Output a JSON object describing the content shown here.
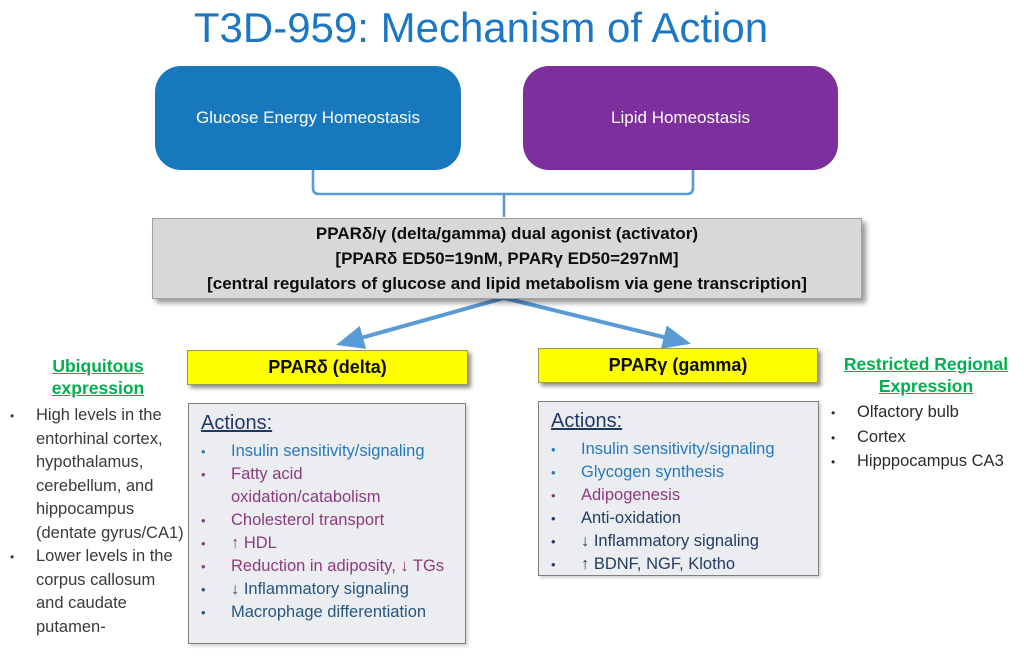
{
  "title": "T3D-959: Mechanism of Action",
  "colors": {
    "title_blue": "#1C77C4",
    "glucose_box_blue": "#1878BE",
    "lipid_box_purple": "#7C2F9D",
    "connector_blue": "#5B9BD5",
    "agonist_box_gray": "#D8D8D8",
    "pathway_header_yellow": "#FFFF00",
    "actions_box_bg": "#ECEDF1",
    "actions_title_navy": "#1F3864",
    "heading_green": "#00B050",
    "action_blue": "#2779BE",
    "action_purple": "#8E3A80",
    "action_navy_left": "#27567F",
    "action_navy_right": "#223C65"
  },
  "top_boxes": {
    "glucose": "Glucose Energy Homeostasis",
    "lipid": "Lipid Homeostasis"
  },
  "agonist_box": {
    "lines": [
      "PPARδ/γ (delta/gamma) dual agonist (activator)",
      "[PPARδ ED50=19nM, PPARγ ED50=297nM]",
      "[central regulators of glucose and lipid metabolism via gene transcription]"
    ]
  },
  "pathways": [
    {
      "header": "PPARδ (delta)",
      "actions_title": "Actions:",
      "actions": [
        {
          "text": "Insulin sensitivity/signaling",
          "color": "#2779BE"
        },
        {
          "text": "Fatty acid oxidation/catabolism",
          "color": "#8E3A80"
        },
        {
          "text": "Cholesterol transport",
          "color": "#8E3A80"
        },
        {
          "text": "↑ HDL",
          "color": "#8E3A80"
        },
        {
          "text": "Reduction in adiposity, ↓ TGs",
          "color": "#8E3A80"
        },
        {
          "text": "↓ Inflammatory signaling",
          "color": "#27567F"
        },
        {
          "text": "Macrophage differentiation",
          "color": "#27567F"
        }
      ]
    },
    {
      "header": "PPARγ (gamma)",
      "actions_title": "Actions:",
      "actions": [
        {
          "text": "Insulin sensitivity/signaling",
          "color": "#2779BE"
        },
        {
          "text": "Glycogen synthesis",
          "color": "#2779BE"
        },
        {
          "text": "Adipogenesis",
          "color": "#8E3A80"
        },
        {
          "text": "Anti-oxidation",
          "color": "#223C65"
        },
        {
          "text": "↓ Inflammatory signaling",
          "color": "#223C65"
        },
        {
          "text": "↑ BDNF, NGF, Klotho",
          "color": "#223C65"
        }
      ]
    }
  ],
  "left_panel": {
    "heading_lines": [
      "Ubiquitous",
      "expression"
    ],
    "bullets": [
      "High levels in the entorhinal cortex, hypothalamus, cerebellum, and hippocampus (dentate gyrus/CA1)",
      "Lower levels in the corpus callosum and caudate putamen-"
    ]
  },
  "right_panel": {
    "heading_lines": [
      "Restricted Regional",
      "Expression"
    ],
    "bullets": [
      "Olfactory bulb",
      "Cortex",
      "Hipppocampus CA3"
    ]
  },
  "bullet_glyph": "•"
}
